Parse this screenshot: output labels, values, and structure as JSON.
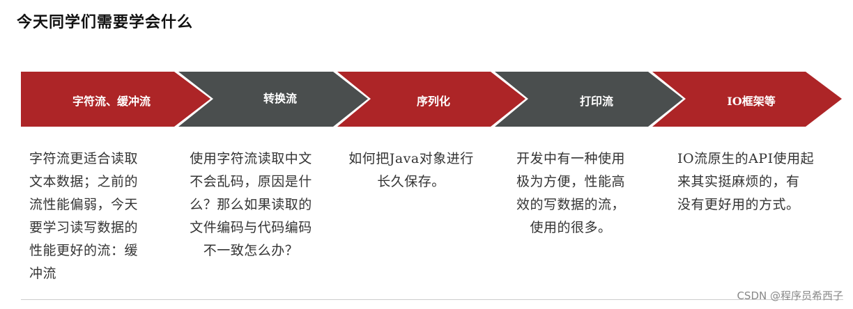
{
  "title": "今天同学们需要学会什么",
  "steps": [
    {
      "label": "字符流、缓冲流",
      "color": "#ad2527",
      "description": [
        "字符流更适合读取",
        "文本数据；之前的",
        "流性能偏弱，今天",
        "要学习读写数据的",
        "性能更好的流：缓",
        "冲流"
      ]
    },
    {
      "label": "转换流",
      "color": "#4a4e4e",
      "description": [
        "使用字符流读取中文",
        "不会乱码，原因是什",
        "么？那么如果读取的",
        "文件编码与代码编码",
        "不一致怎么办？"
      ]
    },
    {
      "label": "序列化",
      "color": "#ad2527",
      "description": [
        "如何把Java对象进行",
        "长久保存。"
      ]
    },
    {
      "label": "打印流",
      "color": "#4a4e4e",
      "description": [
        "开发中有一种使用",
        "极为方便，性能高",
        "效的写数据的流，",
        "使用的很多。"
      ]
    },
    {
      "label": "IO框架等",
      "color": "#ad2527",
      "description": [
        "IO流原生的API使用起",
        "来其实挺麻烦的，有",
        "没有更好用的方式。"
      ]
    }
  ],
  "watermark": "CSDN @程序员希西子"
}
